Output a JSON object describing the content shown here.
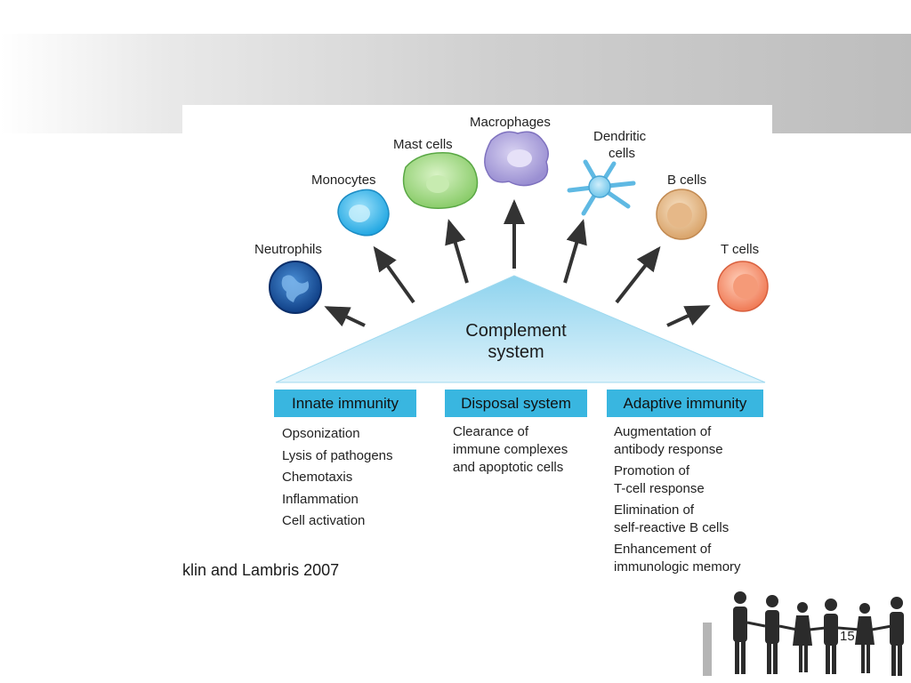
{
  "diagram": {
    "center": {
      "line1": "Complement",
      "line2": "system"
    },
    "cells": {
      "neutrophils": "Neutrophils",
      "monocytes": "Monocytes",
      "mast": "Mast cells",
      "macrophages": "Macrophages",
      "dendritic_1": "Dendritic",
      "dendritic_2": "cells",
      "bcells": "B cells",
      "tcells": "T cells"
    },
    "sections": [
      {
        "title": "Innate immunity",
        "items": [
          "Opsonization",
          "Lysis of pathogens",
          "Chemotaxis",
          "Inflammation",
          "Cell activation"
        ]
      },
      {
        "title": "Disposal system",
        "items": [
          "Clearance of",
          "immune complexes",
          "and apoptotic cells"
        ]
      },
      {
        "title": "Adaptive immunity",
        "items": [
          "Augmentation of",
          "antibody response",
          "Promotion of",
          "T-cell response",
          "Elimination of",
          "self-reactive B cells",
          "Enhancement of",
          "immunologic memory"
        ]
      }
    ],
    "colors": {
      "header": "#39b6e0",
      "triangle": "#bfe6f4"
    }
  },
  "citation": "klin and Lambris 2007",
  "page_number": "15"
}
